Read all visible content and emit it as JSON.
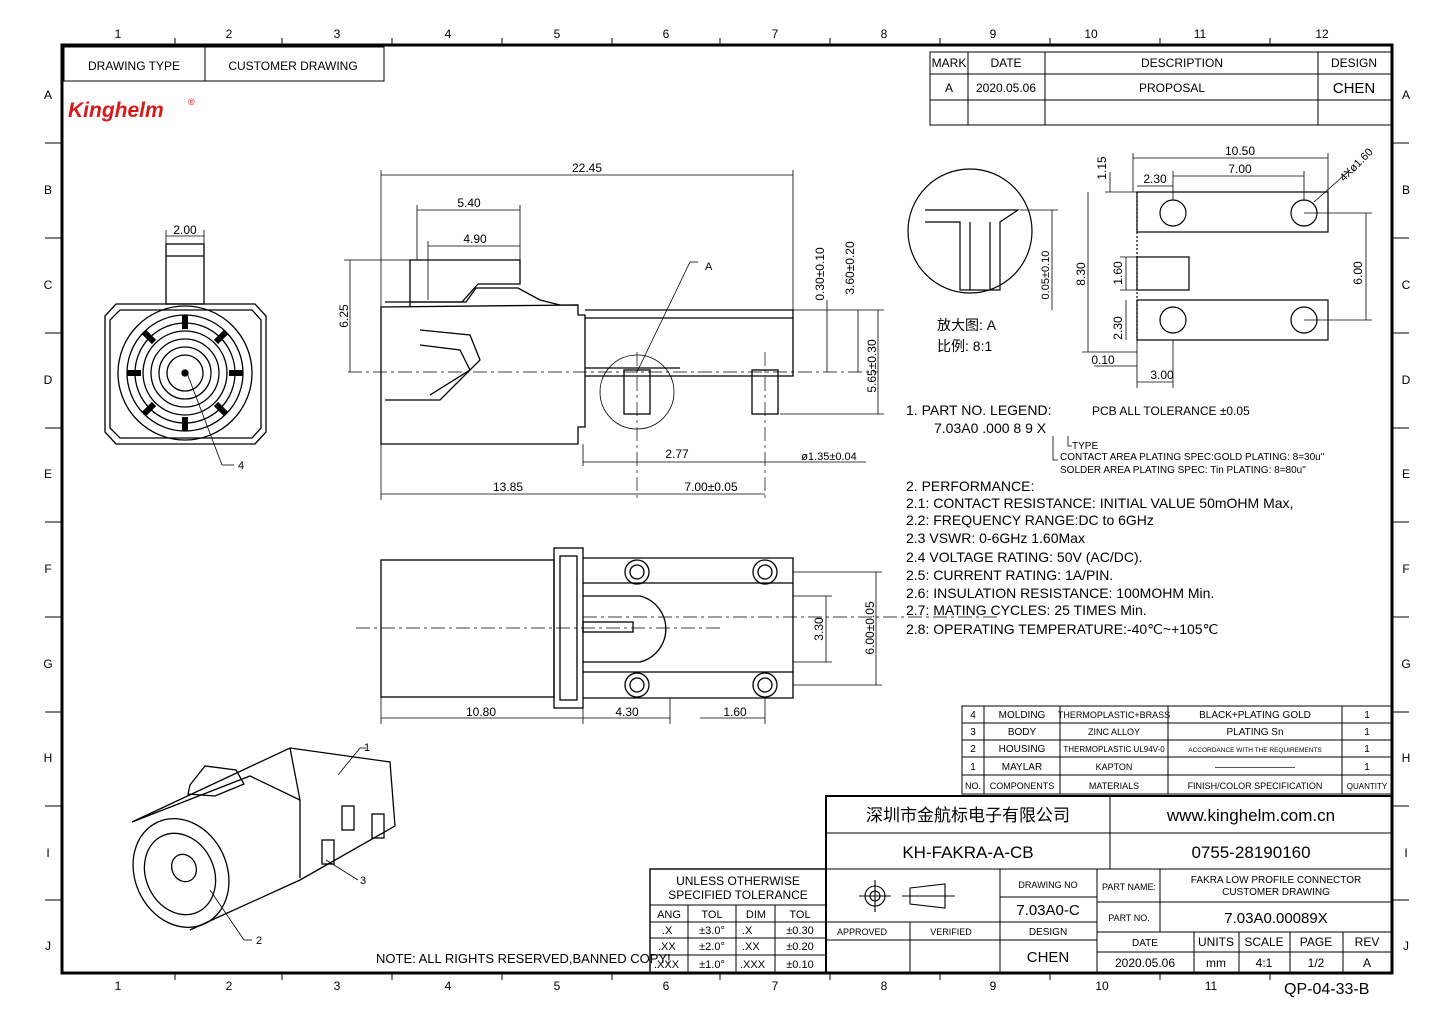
{
  "grid": {
    "columns": [
      "1",
      "2",
      "3",
      "4",
      "5",
      "6",
      "7",
      "8",
      "9",
      "10",
      "11",
      "12"
    ],
    "rows": [
      "A",
      "B",
      "C",
      "D",
      "E",
      "F",
      "G",
      "H",
      "I",
      "J"
    ]
  },
  "header": {
    "drawing_type_label": "DRAWING TYPE",
    "drawing_type_value": "CUSTOMER DRAWING"
  },
  "logo": {
    "text": "Kinghelm",
    "reg": "®",
    "color": "#d7191c"
  },
  "revision": {
    "headers": [
      "MARK",
      "DATE",
      "DESCRIPTION",
      "DESIGN"
    ],
    "row": [
      "A",
      "2020.05.06",
      "PROPOSAL",
      "CHEN"
    ]
  },
  "dims": {
    "d_2_00": "2.00",
    "d_22_45": "22.45",
    "d_5_40": "5.40",
    "d_4_90": "4.90",
    "d_6_25": "6.25",
    "d_0_30": "0.30±0.10",
    "d_3_60": "3.60±0.20",
    "d_5_65": "5.65±0.30",
    "d_2_77": "2.77",
    "d_phi135": "ø1.35±0.04",
    "d_13_85": "13.85",
    "d_7_00": "7.00±0.05",
    "d_10_80": "10.80",
    "d_4_30": "4.30",
    "d_1_60": "1.60",
    "d_3_30": "3.30",
    "d_6_00": "6.00±0.05",
    "label_a": "A",
    "d_0_05": "0.05±0.10",
    "callout1": "1",
    "callout2": "2",
    "callout3": "3",
    "callout4": "4"
  },
  "zoom": {
    "line1": "放大图:  A",
    "line2": "比例: 8:1"
  },
  "footprint": {
    "d_10_50": "10.50",
    "d_7_00": "7.00",
    "d_4x": "4Xø1.60",
    "d_2_30a": "2.30",
    "d_1_15": "1.15",
    "d_8_30": "8.30",
    "d_1_60": "1.60",
    "d_6_00": "6.00",
    "d_2_30b": "2.30",
    "d_0_10": "0.10",
    "d_3_00": "3.00"
  },
  "legend": {
    "title": "1. PART NO. LEGEND:",
    "tolerance": "PCB ALL TOLERANCE ±0.05",
    "part": "7.03A0 .000 8 9 X",
    "type": "TYPE",
    "contact": "CONTACT AREA PLATING SPEC:GOLD PLATING: 8=30u\"",
    "solder": "SOLDER AREA PLATING SPEC: Tin PLATING: 8=80u\""
  },
  "performance": {
    "title": "2. PERFORMANCE:",
    "items": [
      "2.1:  CONTACT RESISTANCE: INITIAL VALUE 50mOHM Max,",
      "2.2:  FREQUENCY RANGE:DC to 6GHz",
      "2.3    VSWR: 0-6GHz 1.60Max",
      "2.4    VOLTAGE RATING: 50V (AC/DC).",
      "2.5:  CURRENT RATING: 1A/PIN.",
      "2.6:  INSULATION RESISTANCE: 100MOHM Min.",
      "2.7:  MATING CYCLES: 25 TIMES Min.",
      "2.8:  OPERATING TEMPERATURE:-40℃~+105℃"
    ]
  },
  "bom": {
    "rows": [
      [
        "4",
        "MOLDING",
        "THERMOPLASTIC+BRASS",
        "BLACK+PLATING GOLD",
        "1"
      ],
      [
        "3",
        "BODY",
        "ZINC ALLOY",
        "PLATING Sn",
        "1"
      ],
      [
        "2",
        "HOUSING",
        "THERMOPLASTIC UL94V-0",
        "ACCORDANCE WITH THE REQUIREMENTS",
        "1"
      ],
      [
        "1",
        "MAYLAR",
        "KAPTON",
        "————————",
        "1"
      ]
    ],
    "header": [
      "NO.",
      "COMPONENTS",
      "MATERIALS",
      "FINISH/COLOR  SPECIFICATION",
      "QUANTITY"
    ]
  },
  "title_block": {
    "company": "深圳市金航标电子有限公司",
    "website": "www.kinghelm.com.cn",
    "model": "KH-FAKRA-A-CB",
    "phone": "0755-28190160",
    "drawing_no_label": "DRAWING NO",
    "drawing_no": "7.03A0-C",
    "part_name_label": "PART NAME:",
    "part_name": "FAKRA LOW  PROFILE CONNECTOR\nCUSTOMER DRAWING",
    "part_no_label": "PART NO.",
    "part_no": "7.03A0.00089X",
    "approved": "APPROVED",
    "verified": "VERIFIED",
    "design_label": "DESIGN",
    "design": "CHEN",
    "date_label": "DATE",
    "units_label": "UNITS",
    "scale_label": "SCALE",
    "page_label": "PAGE",
    "rev_label": "REV",
    "date": "2020.05.06",
    "units": "mm",
    "scale": "4:1",
    "page": "1/2",
    "rev": "A"
  },
  "tolerance": {
    "title1": "UNLESS  OTHERWISE",
    "title2": "SPECIFIED  TOLERANCE",
    "headers": [
      "ANG",
      "TOL",
      "DIM",
      "TOL"
    ],
    "rows": [
      [
        ".X",
        "±3.0°",
        ".X",
        "±0.30"
      ],
      [
        ".XX",
        "±2.0°",
        ".XX",
        "±0.20"
      ],
      [
        ".XXX",
        "±1.0°",
        ".XXX",
        "±0.10"
      ]
    ]
  },
  "note": "NOTE: ALL RIGHTS RESERVED,BANNED COPY!",
  "footer_code": "QP-04-33-B"
}
